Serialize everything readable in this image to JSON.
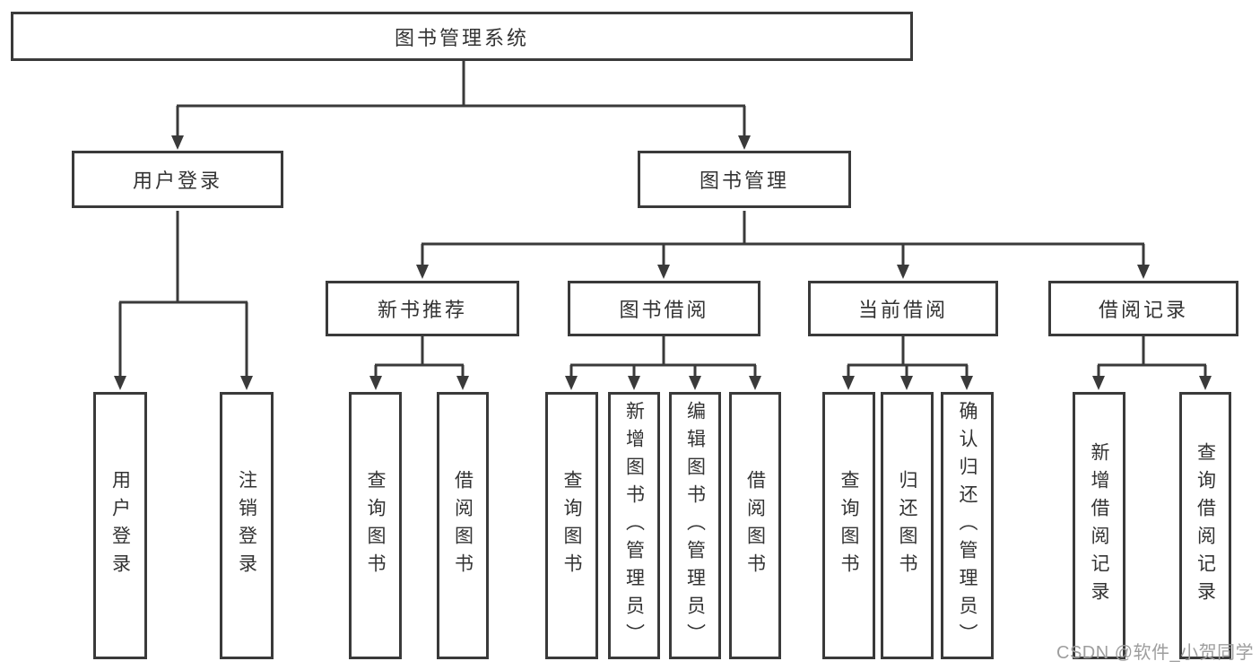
{
  "style": {
    "line_color": "#3a3a3a",
    "text_color": "#333333",
    "watermark_color": "#9e9e9e",
    "background": "#ffffff"
  },
  "watermark": {
    "text": "CSDN @软件_小贺同学"
  },
  "diagram": {
    "root": "图书管理系统",
    "branches": [
      {
        "label": "用户登录",
        "leaves": [
          "用户登录",
          "注销登录"
        ]
      },
      {
        "label": "图书管理",
        "groups": [
          {
            "label": "新书推荐",
            "leaves": [
              "查询图书",
              "借阅图书"
            ]
          },
          {
            "label": "图书借阅",
            "leaves": [
              "查询图书",
              "新增图书（管理员）",
              "编辑图书（管理员）",
              "借阅图书"
            ]
          },
          {
            "label": "当前借阅",
            "leaves": [
              "查询图书",
              "归还图书",
              "确认归还（管理员）"
            ]
          },
          {
            "label": "借阅记录",
            "leaves": [
              "新增借阅记录",
              "查询借阅记录"
            ]
          }
        ]
      }
    ]
  }
}
